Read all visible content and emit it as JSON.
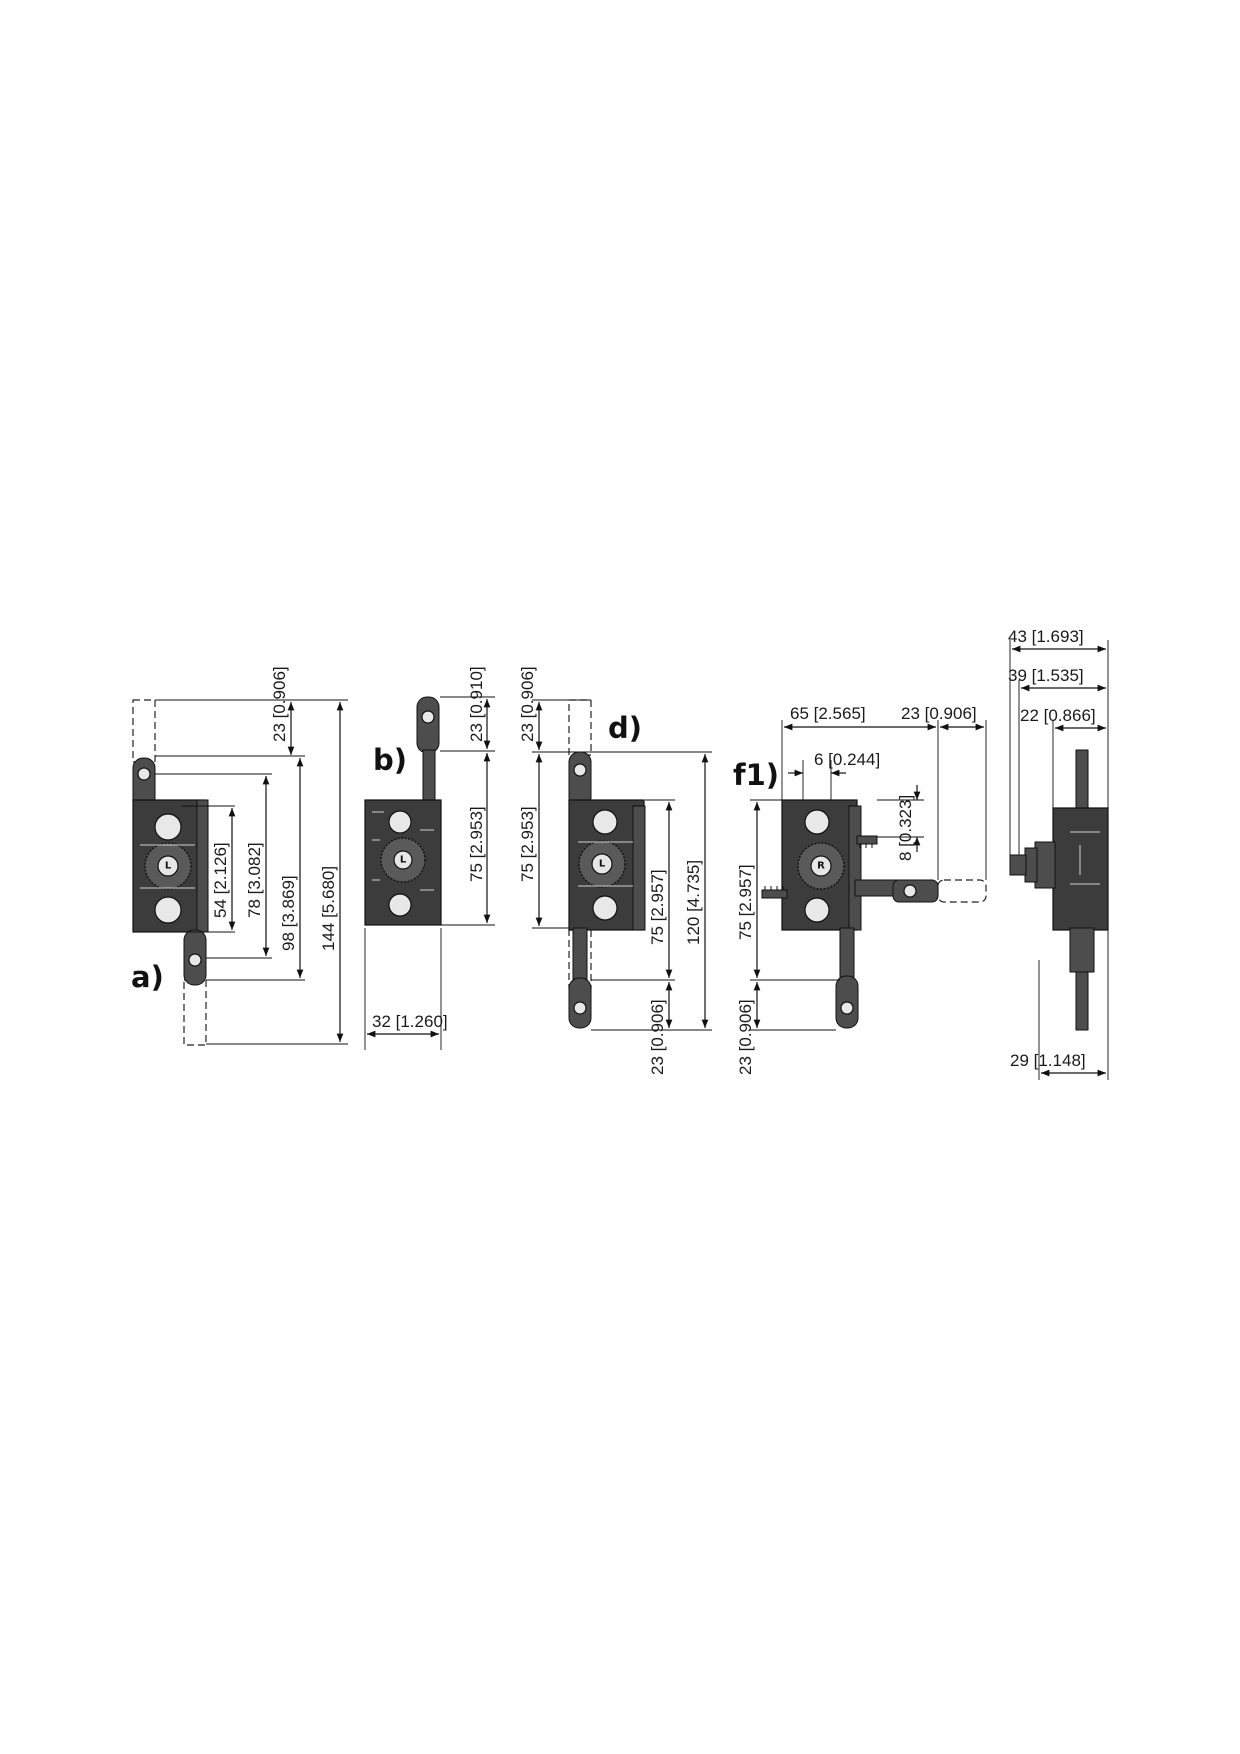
{
  "views": {
    "a": {
      "label": "a)"
    },
    "b": {
      "label": "b)"
    },
    "d": {
      "label": "d)"
    },
    "f1": {
      "label": "f1)"
    }
  },
  "hub_marks": {
    "left": "L",
    "right": "R"
  },
  "dimensions": {
    "a_23": "23 [0.906]",
    "a_54": "54 [2.126]",
    "a_78": "78 [3.082]",
    "a_98": "98 [3.869]",
    "a_144": "144 [5.680]",
    "b_23": "23 [0.910]",
    "b_75": "75 [2.953]",
    "b_32": "32 [1.260]",
    "d_23_top": "23 [0.906]",
    "d_75_left": "75 [2.953]",
    "d_75_right": "75 [2.957]",
    "d_120": "120 [4.735]",
    "d_23_bottom": "23 [0.906]",
    "f1_65": "65 [2.565]",
    "f1_23_top": "23 [0.906]",
    "f1_6": "6 [0.244]",
    "f1_8": "8 [0.323]",
    "f1_75": "75 [2.957]",
    "f1_23_bottom": "23 [0.906]",
    "side_43": "43 [1.693]",
    "side_39": "39 [1.535]",
    "side_22": "22 [0.866]",
    "side_29": "29 [1.148]"
  }
}
